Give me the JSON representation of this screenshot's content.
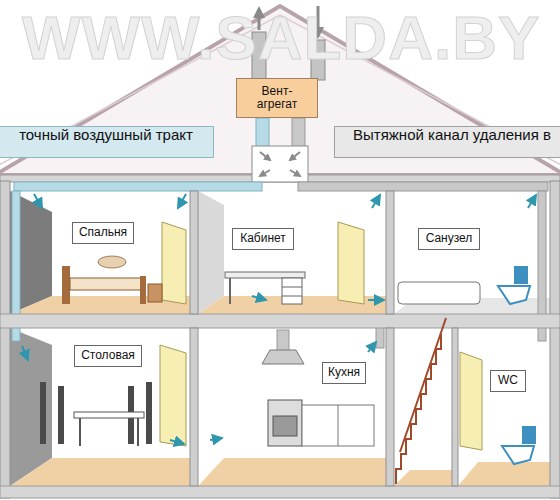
{
  "diagram": {
    "nodes": [
      {
        "text": [
          "Вент-агрегат"
        ]
      },
      {
        "text": [
          "точный воздушный тракт"
        ]
      },
      {
        "text": [
          "Вытяжной канал удаления в"
        ]
      },
      {
        "text": [
          "Спальня"
        ]
      },
      {
        "text": [
          "Кабинет"
        ]
      },
      {
        "text": [
          "Санузел"
        ]
      },
      {
        "text": [
          "Столовая"
        ]
      },
      {
        "text": [
          "Кухня"
        ]
      },
      {
        "text": [
          "WC"
        ]
      }
    ],
    "labels": [
      "WWW.SALDA.BY"
    ]
  }
}
